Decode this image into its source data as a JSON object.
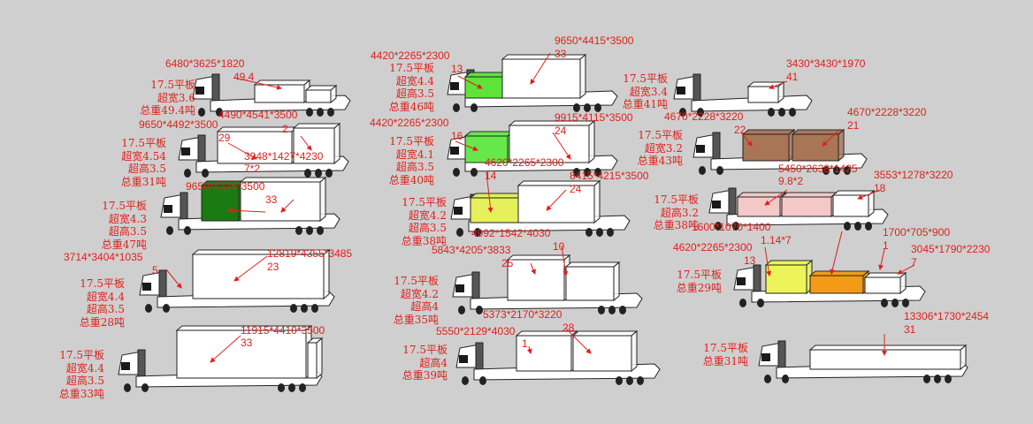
{
  "trucks": [
    {
      "id": "t1",
      "info": [
        "17.5平板",
        "超宽3.6",
        "总重49.4吨"
      ],
      "cargo": [
        {
          "dims": "6480*3625*1820",
          "note": "49.4"
        }
      ]
    },
    {
      "id": "t2",
      "info": [
        "17.5平板",
        "超宽4.54",
        "超高3.5",
        "总重31吨"
      ],
      "cargo": [
        {
          "dims": "4490*4541*3500",
          "note": ""
        },
        {
          "dims": "9650*4492*3500",
          "note": "29"
        },
        {
          "dims": "",
          "note": "2"
        },
        {
          "dims": "3948*1427*4230",
          "note": "7*2"
        }
      ]
    },
    {
      "id": "t3",
      "info": [
        "17.5平板",
        "超宽4.3",
        "超高3.5",
        "总重47吨"
      ],
      "cargo": [
        {
          "dims": "9650*4325*3500",
          "note": "33"
        }
      ]
    },
    {
      "id": "t4",
      "info": [
        "17.5平板",
        "超宽4.4",
        "超高3.5",
        "总重28吨"
      ],
      "cargo": [
        {
          "dims": "3714*3404*1035",
          "note": "5"
        },
        {
          "dims": "12819*4355*3485",
          "note": "23"
        }
      ]
    },
    {
      "id": "t5",
      "info": [
        "17.5平板",
        "超宽4.4",
        "超高3.5",
        "总重33吨"
      ],
      "cargo": [
        {
          "dims": "11915*4410*3500",
          "note": "33"
        }
      ]
    },
    {
      "id": "t6",
      "info": [
        "17.5平板",
        "超宽4.4",
        "超高3.5",
        "总重46吨"
      ],
      "cargo": [
        {
          "dims": "4420*2265*2300",
          "note": "13"
        },
        {
          "dims": "9650*4415*3500",
          "note": "33"
        }
      ]
    },
    {
      "id": "t7",
      "info": [
        "17.5平板",
        "超宽4.1",
        "超高3.5",
        "总重40吨"
      ],
      "cargo": [
        {
          "dims": "4420*2265*2300",
          "note": "16"
        },
        {
          "dims": "9915*4115*3500",
          "note": "24"
        }
      ]
    },
    {
      "id": "t8",
      "info": [
        "17.5平板",
        "超宽4.2",
        "超高3.5",
        "总重38吨"
      ],
      "cargo": [
        {
          "dims": "4620*2265*2300",
          "note": "14"
        },
        {
          "dims": "8415*4215*3500",
          "note": "24"
        }
      ]
    },
    {
      "id": "t9",
      "info": [
        "17.5平板",
        "超宽4.2",
        "超高4",
        "总重35吨"
      ],
      "cargo": [
        {
          "dims": "4992*1542*4030",
          "note": "10"
        },
        {
          "dims": "5843*4205*3833",
          "note": "25"
        }
      ]
    },
    {
      "id": "t10",
      "info": [
        "17.5平板",
        "超高4",
        "总重39吨"
      ],
      "cargo": [
        {
          "dims": "5373*2170*3220",
          "note": "28"
        },
        {
          "dims": "5550*2129*4030",
          "note": "1"
        }
      ]
    },
    {
      "id": "t11",
      "info": [
        "17.5平板",
        "超宽3.4",
        "总重41吨"
      ],
      "cargo": [
        {
          "dims": "3430*3430*1970",
          "note": "41"
        }
      ]
    },
    {
      "id": "t12",
      "info": [
        "17.5平板",
        "超宽3.2",
        "总重43吨"
      ],
      "cargo": [
        {
          "dims": "4670*2228*3220",
          "note": "22"
        },
        {
          "dims": "4670*2228*3220",
          "note": "21"
        }
      ]
    },
    {
      "id": "t13",
      "info": [
        "17.5平板",
        "超高3.2",
        "总重38吨"
      ],
      "cargo": [
        {
          "dims": "5450*2638*1425",
          "note": "9.8*2"
        },
        {
          "dims": "3553*1278*3220",
          "note": "18"
        }
      ]
    },
    {
      "id": "t14",
      "info": [
        "17.5平板",
        "总重29吨"
      ],
      "cargo": [
        {
          "dims": "1600*1070*1400",
          "note": "1.14*7"
        },
        {
          "dims": "4620*2265*2300",
          "note": "13"
        },
        {
          "dims": "1700*705*900",
          "note": "1"
        },
        {
          "dims": "3045*1790*2230",
          "note": "7"
        }
      ]
    },
    {
      "id": "t15",
      "info": [
        "17.5平板",
        "总重31吨"
      ],
      "cargo": [
        {
          "dims": "13306*1730*2454",
          "note": "31"
        }
      ]
    }
  ]
}
